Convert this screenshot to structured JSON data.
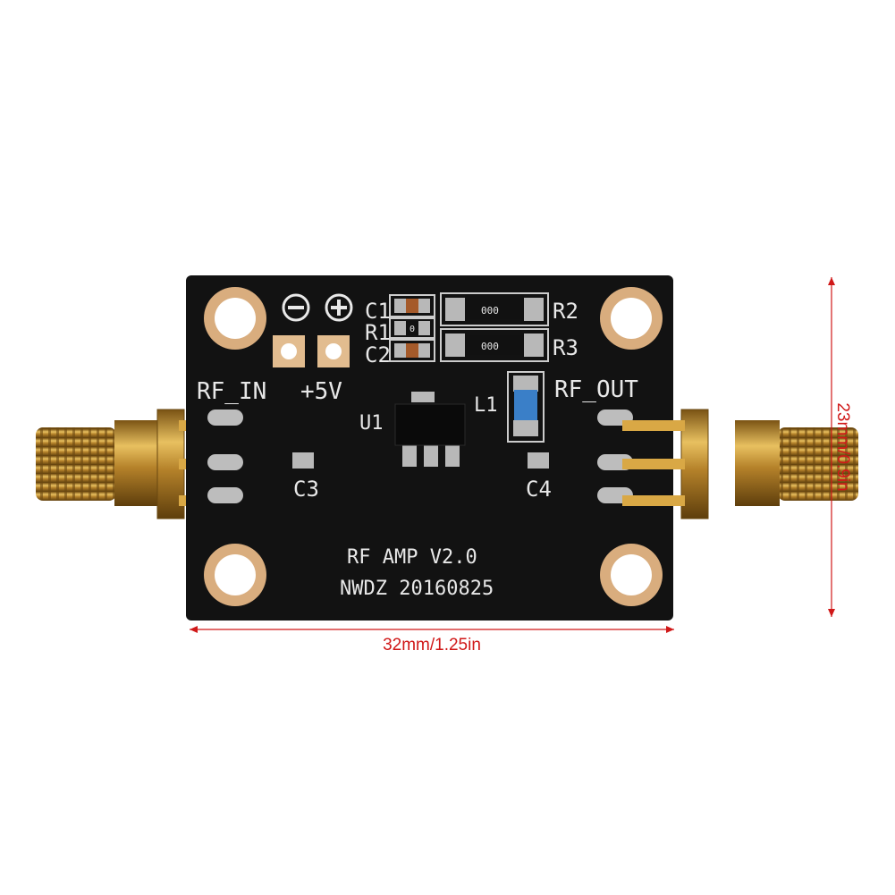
{
  "board": {
    "labels": {
      "c1": "C1",
      "r1": "R1",
      "c2": "C2",
      "r2": "R2",
      "r3": "R3",
      "rf_in": "RF_IN",
      "plus5v": "+5V",
      "u1": "U1",
      "l1": "L1",
      "rf_out": "RF_OUT",
      "c3": "C3",
      "c4": "C4",
      "title": "RF AMP V2.0",
      "code": "NWDZ 20160825",
      "resistor_mark": "000",
      "r1_mark": "0"
    }
  },
  "dimensions": {
    "width": "32mm/1.25in",
    "height": "23mm/0.9in",
    "color": "#d01818"
  },
  "colors": {
    "pcb": "#121212",
    "gold": "#c8952e",
    "pad_copper": "#e2bc8f",
    "silkscreen": "#e8e8e8"
  }
}
